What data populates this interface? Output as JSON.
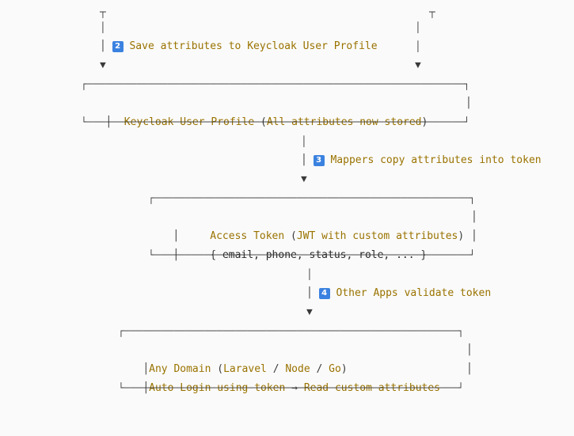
{
  "step2": {
    "badge": "2",
    "text": "Save attributes to Keycloak User Profile"
  },
  "profile_box": {
    "title": "Keycloak User Profile",
    "paren_text": "All attributes now stored"
  },
  "step3": {
    "badge": "3",
    "text": "Mappers copy attributes into token"
  },
  "token_box": {
    "title": "Access Token",
    "paren_text": "JWT with custom attributes",
    "fields": "email, phone, status, role, ..."
  },
  "step4": {
    "badge": "4",
    "text": "Other Apps validate token"
  },
  "apps_box": {
    "label_any_domain": "Any Domain",
    "framework_1": "Laravel",
    "framework_2": "Node",
    "framework_3": "Go",
    "auto_login_text": "Auto Login using token",
    "arrow": "→",
    "read_attrs_text": "Read custom attributes"
  }
}
